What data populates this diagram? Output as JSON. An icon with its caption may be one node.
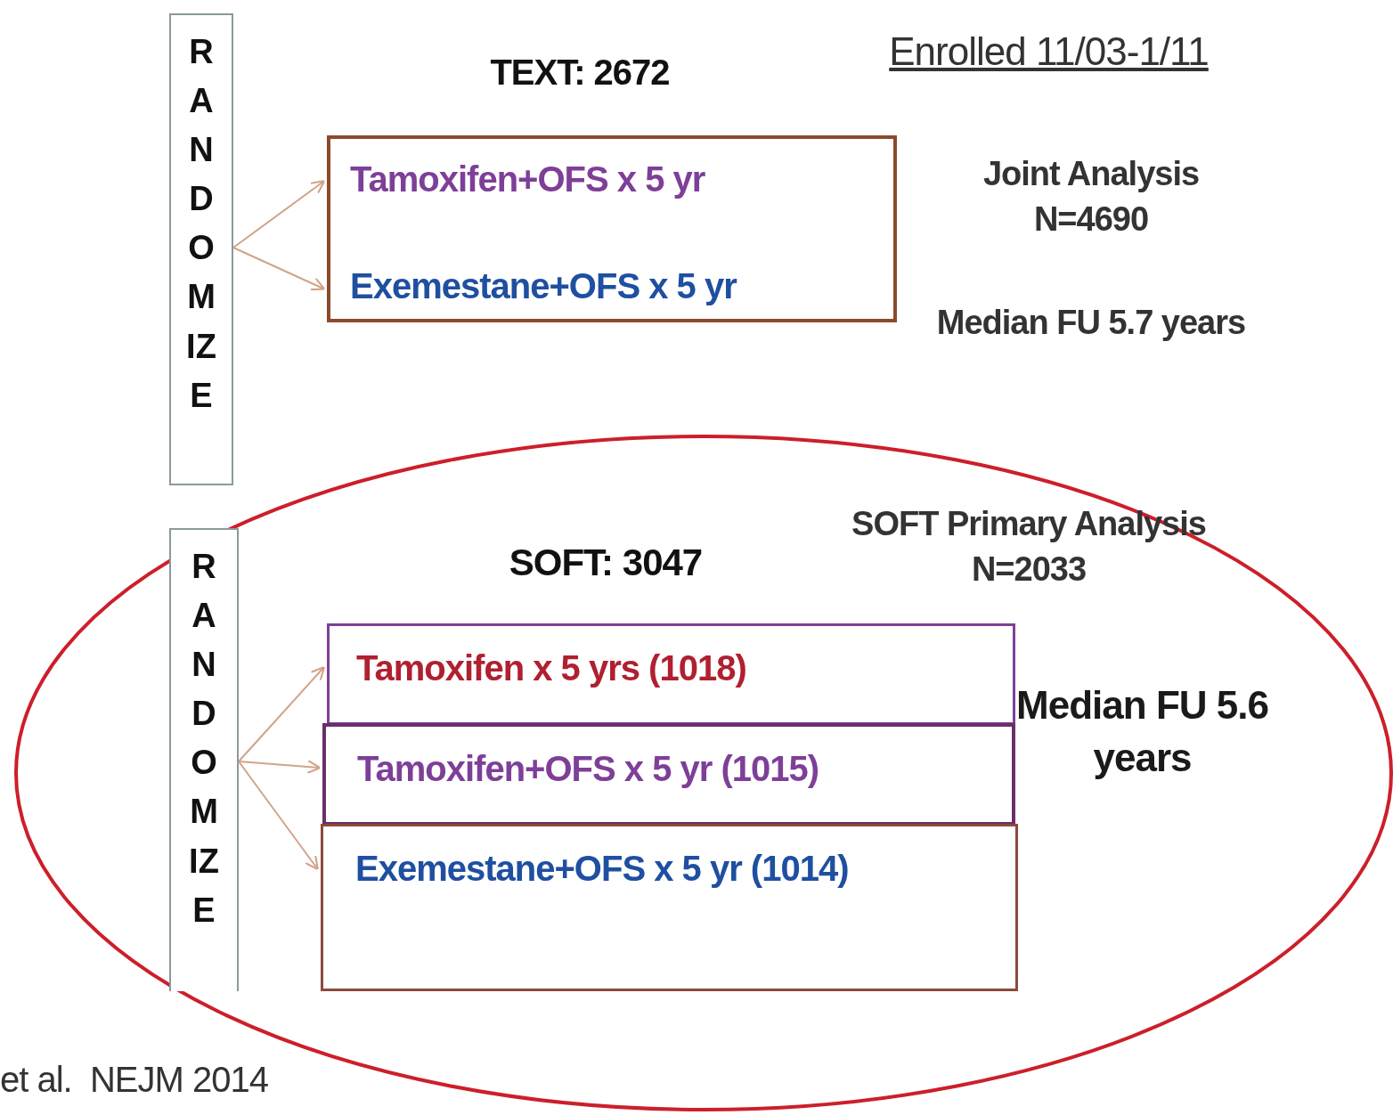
{
  "diagram": {
    "nodes": [
      {
        "text": [
          "RANDOMIZE"
        ]
      },
      {
        "text": [
          "TEXT: 2672"
        ]
      },
      {
        "text": [
          "Tamoxifen+OFS x 5 yr"
        ],
        "in": 1
      },
      {
        "text": [
          "Exemestane+OFS x 5 yr"
        ],
        "in": 1
      },
      {
        "text": [
          "RANDOMIZE"
        ]
      },
      {
        "text": [
          "Tamoxifen x 5 yrs (1018)"
        ]
      },
      {
        "text": [
          "Tamoxifen+OFS x 5 yr (1015)"
        ]
      },
      {
        "text": [
          "Exemestane+OFS x 5 yr (1014)"
        ]
      }
    ],
    "edges": [
      {
        "from": 0,
        "to": 2,
        "arrow": "to"
      },
      {
        "from": 0,
        "to": 3,
        "arrow": "to"
      },
      {
        "from": 4,
        "to": 5,
        "arrow": "to"
      },
      {
        "from": 4,
        "to": 6,
        "arrow": "to"
      },
      {
        "from": 4,
        "to": 7,
        "arrow": "to"
      }
    ],
    "labels": [
      "Enrolled 11/03-1/11",
      "Joint Analysis N=4690",
      "Median FU 5.7 years",
      "SOFT: 3047",
      "SOFT Primary Analysis N=2033",
      "Median FU 5.6 years",
      "et al.  NEJM 2014"
    ]
  }
}
